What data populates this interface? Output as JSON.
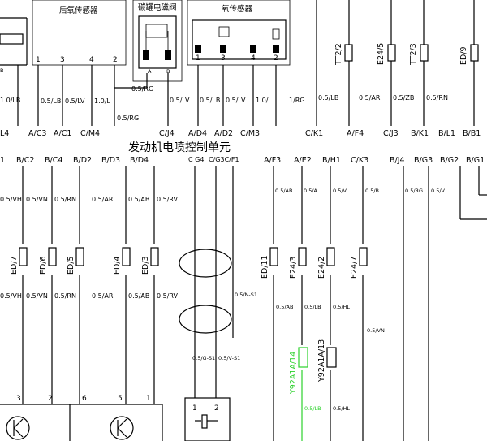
{
  "labels": {
    "rear_o2_sensor": "后氧传感器",
    "canister_valve": "碳罐电磁阀",
    "o2_sensor": "氧传感器",
    "ecu": "发动机电喷控制单元"
  },
  "sensor_pins": {
    "rear": [
      "1",
      "3",
      "4",
      "2"
    ],
    "canister": [
      "A",
      "B"
    ],
    "o2": [
      "1",
      "3",
      "4",
      "2"
    ]
  },
  "top_wires": {
    "w1": "1.0/LB",
    "w2": "0.5/LB",
    "w3": "0.5/LV",
    "w4": "1.0/L",
    "w5": "0.5/RG",
    "w6": "0.5/RG",
    "w7": "0.5/LV",
    "w8": "0.5/LB",
    "w9": "0.5/LV",
    "w10": "1.0/L",
    "w11": "1/RG",
    "w12": "0.5/LB",
    "w13": "0.5/AR",
    "w14": "0.5/ZB",
    "w15": "0.5/RN"
  },
  "top_connectors": [
    "TT2/2",
    "E24/5",
    "TT2/3",
    "ED/9"
  ],
  "ecu_top_pins": {
    "p1": "L4",
    "p2": "A/C3",
    "p3": "A/C1",
    "p4": "C/M4",
    "p5": "C/J4",
    "p6": "A/D4",
    "p7": "A/D2",
    "p8": "C/M3",
    "p9": "C/K1",
    "p10": "A/F4",
    "p11": "C/J3",
    "p12": "B/K1",
    "p13": "B/L1",
    "p14": "B/B1"
  },
  "ecu_bottom_pins": {
    "q0": "1",
    "q1": "B/C2",
    "q2": "B/C4",
    "q3": "B/D2",
    "q4": "B/D3",
    "q5": "B/D4",
    "q6": "C G4",
    "q7": "C/G3C/F1",
    "q8": "A/F3",
    "q9": "A/E2",
    "q10": "B/H1",
    "q11": "C/K3",
    "q12": "B/J4",
    "q13": "B/G3",
    "q14": "B/G2",
    "q15": "B/G1"
  },
  "mid_wires": {
    "v0": "0.5/VH",
    "v1": "0.5/VN",
    "v2": "0.5/RN",
    "v3": "0.5/AR",
    "v4": "0.5/AB",
    "v5": "0.5/RV",
    "s1": "0.5/AB",
    "s2": "0.5/A",
    "s3": "0.5/V",
    "s4": "0.5/B",
    "s5": "0.5/RG",
    "s6": "0.5/V"
  },
  "left_connectors": [
    "ED/7",
    "ED/6",
    "ED/5",
    "ED/4",
    "ED/3"
  ],
  "right_connectors": [
    "ED/11",
    "E24/3",
    "E24/2",
    "E24/7"
  ],
  "low_wires": {
    "l0": "0.5/VH",
    "l1": "0.5/VN",
    "l2": "0.5/RN",
    "l3": "0.5/AR",
    "l4": "0.5/AB",
    "l5": "0.5/RV",
    "n1": "0.5/N-S1",
    "g1": "0.5/G-S1",
    "g2": "0.5/V-S1",
    "r1": "0.5/AB",
    "r2": "0.5/LB",
    "r3": "0.5/HL",
    "r4": "0.5/VN",
    "b1": "0.5/LB",
    "b2": "0.5/HL"
  },
  "low_connectors": [
    "Y92A1A/14",
    "Y92A1A/13"
  ],
  "bottom_pins": [
    "3",
    "2",
    "6",
    "5",
    "1"
  ],
  "coil_pins": [
    "1",
    "2"
  ],
  "colors": {
    "wire": "#000000",
    "highlight": "#2bd12b",
    "background": "#ffffff"
  }
}
